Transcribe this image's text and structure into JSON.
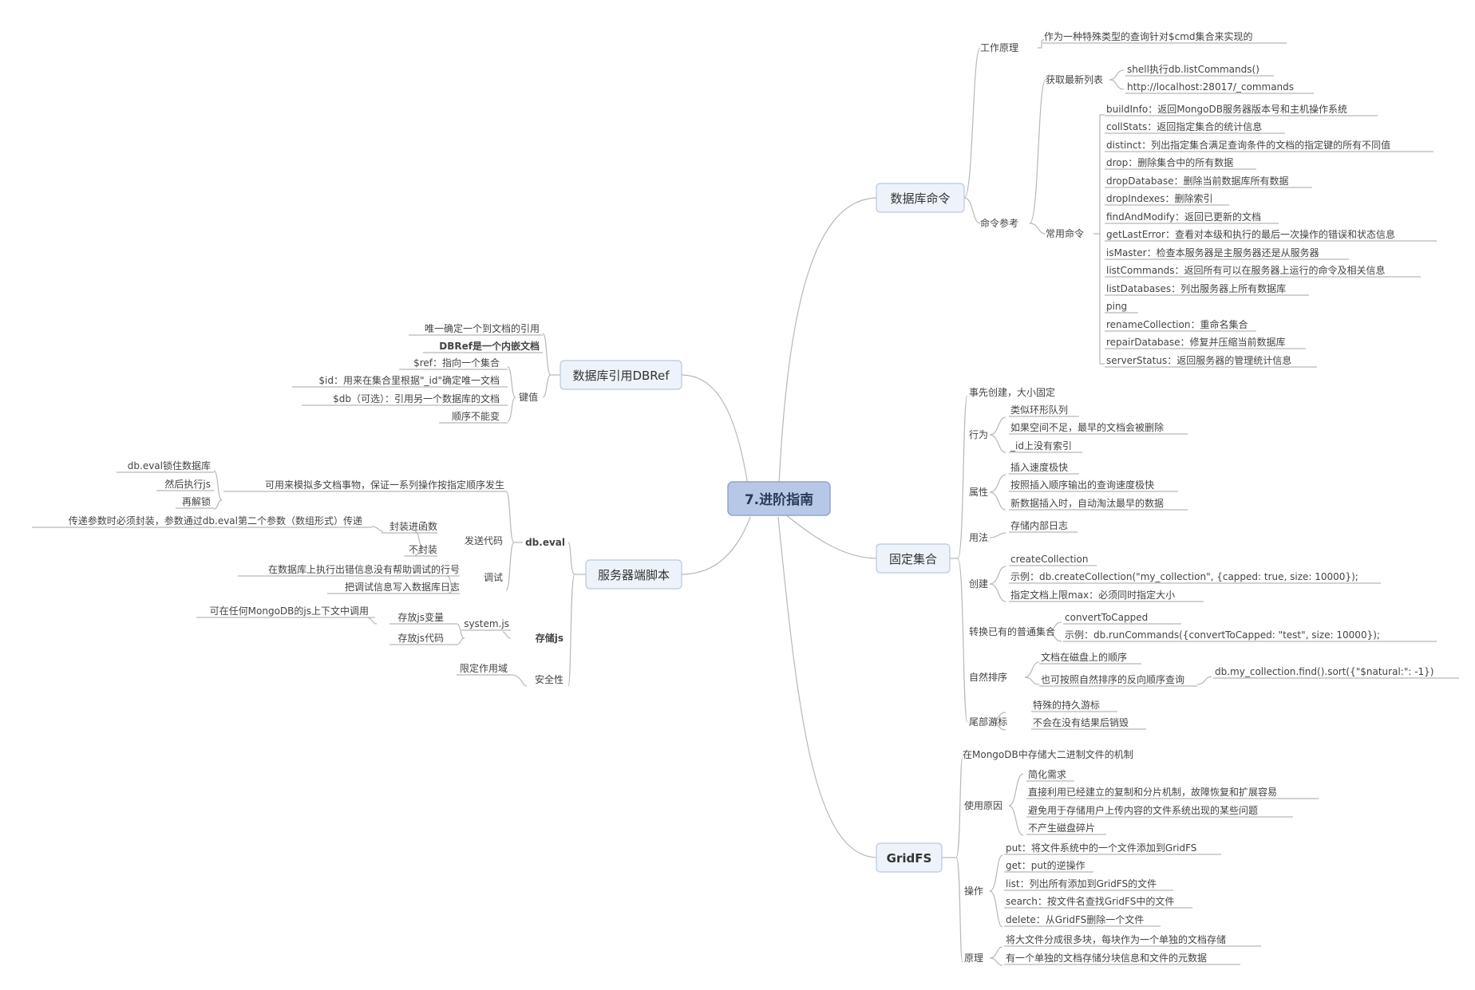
{
  "root": "7.进阶指南",
  "branches": {
    "dbcmd": {
      "title": "数据库命令",
      "principle": {
        "label": "工作原理",
        "text": "作为一种特殊类型的查询针对$cmd集合来实现的"
      },
      "ref": {
        "label": "命令参考",
        "latest": {
          "label": "获取最新列表",
          "items": [
            "shell执行db.listCommands()",
            "http://localhost:28017/_commands"
          ]
        },
        "common": {
          "label": "常用命令",
          "items": [
            "buildInfo：返回MongoDB服务器版本号和主机操作系统",
            "collStats：返回指定集合的统计信息",
            "distinct：列出指定集合满足查询条件的文档的指定键的所有不同值",
            "drop：删除集合中的所有数据",
            "dropDatabase：删除当前数据库所有数据",
            "dropIndexes：删除索引",
            "findAndModify：返回已更新的文档",
            "getLastError：查看对本级和执行的最后一次操作的错误和状态信息",
            "isMaster：检查本服务器是主服务器还是从服务器",
            "listCommands：返回所有可以在服务器上运行的命令及相关信息",
            "listDatabases：列出服务器上所有数据库",
            "ping",
            "renameCollection：重命名集合",
            "repairDatabase：修复并压缩当前数据库",
            "serverStatus：返回服务器的管理统计信息"
          ]
        }
      }
    },
    "dbref": {
      "title": "数据库引用DBRef",
      "items": [
        "唯一确定一个到文档的引用",
        "DBRef是一个内嵌文档"
      ],
      "keys": {
        "label": "键值",
        "items": [
          "$ref：指向一个集合",
          "$id：用来在集合里根据\"_id\"确定唯一文档",
          "$db（可选）：引用另一个数据库的文档",
          "顺序不能变"
        ]
      }
    },
    "script": {
      "title": "服务器端脚本",
      "eval": {
        "label": "db.eval",
        "simulate": {
          "label": "可用来模拟多文档事物，保证一系列操作按指定顺序发生",
          "items": [
            "db.eval锁住数据库",
            "然后执行js",
            "再解锁"
          ]
        },
        "send": {
          "label": "发送代码",
          "wrap": {
            "label": "封装进函数",
            "note": "传递参数时必须封装，参数通过db.eval第二个参数（数组形式）传递"
          },
          "nowrap": "不封装"
        },
        "debug": {
          "label": "调试",
          "items": [
            "在数据库上执行出错信息没有帮助调试的行号",
            "把调试信息写入数据库日志"
          ]
        }
      },
      "store": {
        "label": "存储js",
        "systemjs": {
          "label": "system.js",
          "var": "存放js变量",
          "var_note": "可在任何MongoDB的js上下文中调用",
          "code": "存放js代码"
        }
      },
      "security": {
        "label": "安全性",
        "items": [
          "限定作用域"
        ]
      }
    },
    "capped": {
      "title": "固定集合",
      "pre": "事先创建，大小固定",
      "behavior": {
        "label": "行为",
        "items": [
          "类似环形队列",
          "如果空间不足，最早的文档会被删除",
          "_id上没有索引"
        ]
      },
      "props": {
        "label": "属性",
        "items": [
          "插入速度极快",
          "按照插入顺序输出的查询速度极快",
          "新数据插入时，自动淘汰最早的数据"
        ]
      },
      "usage": {
        "label": "用法",
        "items": [
          "存储内部日志"
        ]
      },
      "create": {
        "label": "创建",
        "items": [
          "createCollection",
          "示例：db.createCollection(\"my_collection\", {capped: true, size: 10000});",
          "指定文档上限max：必须同时指定大小"
        ]
      },
      "convert": {
        "label": "转换已有的普通集合",
        "items": [
          "convertToCapped",
          "示例：db.runCommands({convertToCapped: \"test\", size: 10000});"
        ]
      },
      "natural": {
        "label": "自然排序",
        "items": [
          "文档在磁盘上的顺序",
          "也可按照自然排序的反向顺序查询"
        ],
        "example": "db.my_collection.find().sort({\"$natural:\": -1})"
      },
      "tail": {
        "label": "尾部游标",
        "items": [
          "特殊的持久游标",
          "不会在没有结果后销毁"
        ]
      }
    },
    "gridfs": {
      "title": "GridFS",
      "intro": "在MongoDB中存储大二进制文件的机制",
      "reasons": {
        "label": "使用原因",
        "items": [
          "简化需求",
          "直接利用已经建立的复制和分片机制，故障恢复和扩展容易",
          "避免用于存储用户上传内容的文件系统出现的某些问题",
          "不产生磁盘碎片"
        ]
      },
      "ops": {
        "label": "操作",
        "items": [
          "put：将文件系统中的一个文件添加到GridFS",
          "get：put的逆操作",
          "list：列出所有添加到GridFS的文件",
          "search：按文件名查找GridFS中的文件",
          "delete：从GridFS删除一个文件"
        ]
      },
      "principle": {
        "label": "原理",
        "items": [
          "将大文件分成很多块，每块作为一个单独的文档存储",
          "有一个单独的文档存储分块信息和文件的元数据"
        ]
      }
    }
  }
}
